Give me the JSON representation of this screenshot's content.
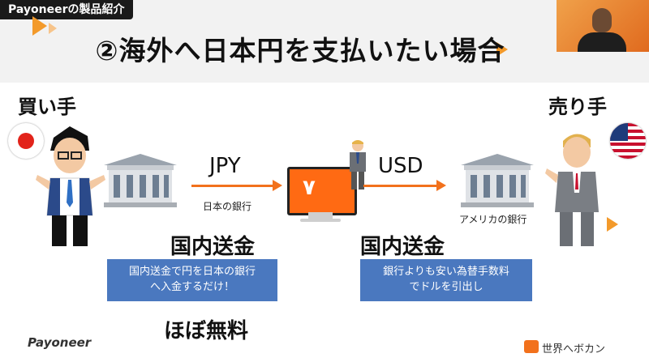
{
  "video_tag": "Payoneerの製品紹介",
  "title": "②海外へ日本円を支払いたい場合",
  "buyer": {
    "label": "買い手"
  },
  "seller": {
    "label": "売り手"
  },
  "flow": {
    "jpy": "JPY",
    "usd": "USD",
    "japan_bank": "日本の銀行",
    "us_bank": "アメリカの銀行",
    "domestic_left": "国内送金",
    "domestic_right": "国内送金",
    "note_left_line1": "国内送金で円を日本の銀行",
    "note_left_line2": "へ入金するだけ！",
    "note_right_line1": "銀行よりも安い為替手数料",
    "note_right_line2": "でドルを引出し",
    "almost_free": "ほぼ無料"
  },
  "footer": {
    "logo": "Payoneer",
    "brand": "世界へボカン"
  },
  "colors": {
    "accent": "#f2711c",
    "note_bg": "#4a78bf"
  }
}
